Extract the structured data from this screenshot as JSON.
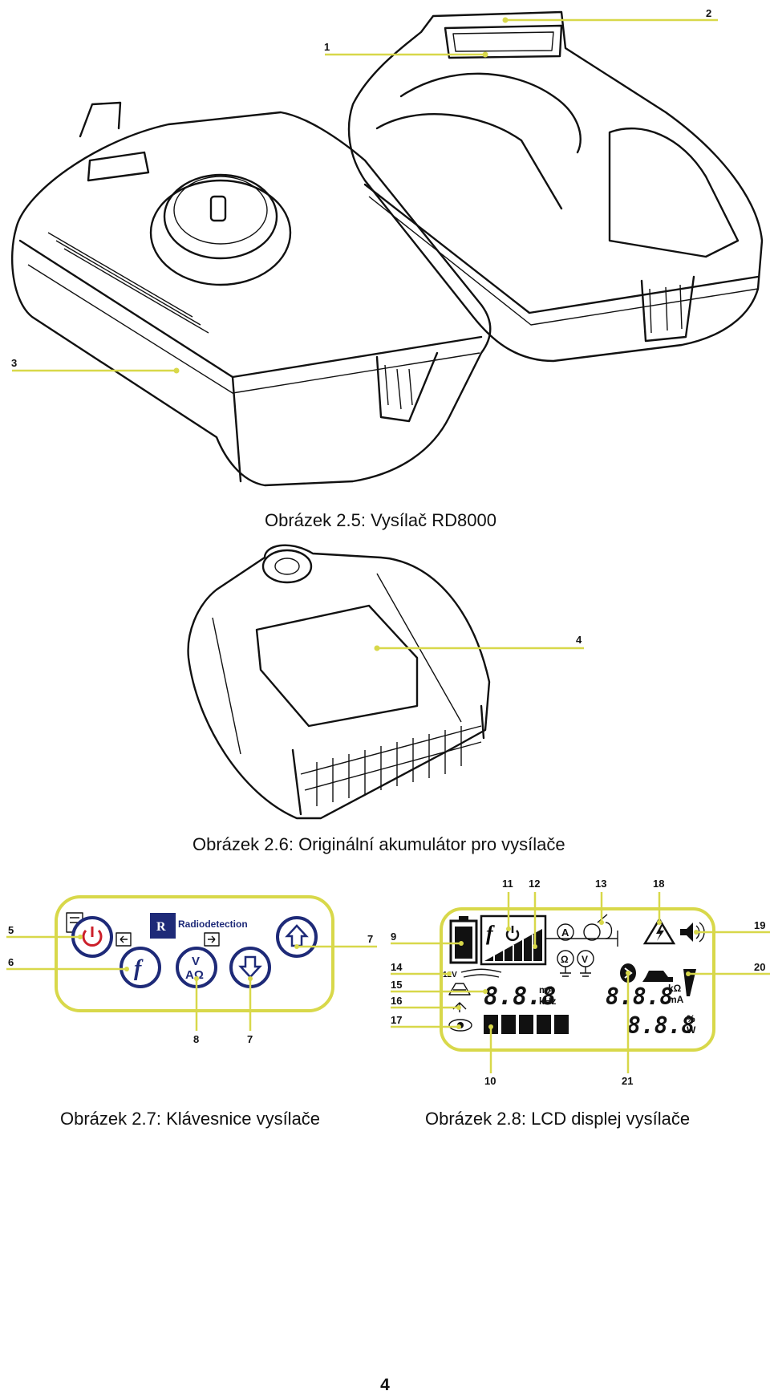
{
  "captions": {
    "fig25": "Obrázek 2.5: Vysílač RD8000",
    "fig26": "Obrázek 2.6: Originální akumulátor pro vysílače",
    "fig27": "Obrázek 2.7: Klávesnice vysílače",
    "fig28": "Obrázek 2.8: LCD displej vysílače"
  },
  "fig25_callouts": [
    "1",
    "2",
    "3"
  ],
  "fig26_callouts": [
    "4"
  ],
  "fig27_callouts": {
    "c5": "5",
    "c6": "6",
    "c7a": "7",
    "c8": "8",
    "c7b": "7"
  },
  "fig28_callouts": {
    "c9": "9",
    "c11": "11",
    "c12": "12",
    "c13": "13",
    "c18": "18",
    "c19": "19",
    "c14": "14",
    "c20": "20",
    "c15": "15",
    "c16": "16",
    "c17": "17",
    "c10": "10",
    "c21": "21"
  },
  "keypad": {
    "brand": "Radiodetection",
    "mode_key_top": "V",
    "mode_key_bottom": "AΩ",
    "f_key": "f"
  },
  "lcd": {
    "freq_readout": "8.8.8",
    "freq_units_top": "mA",
    "freq_units_bottom": "kHz",
    "right_readout_1": "8.8.8",
    "right_units_top": "kΩ",
    "right_units_bottom": "mA",
    "right_readout_2": "8.8.8",
    "right_units_3": "%",
    "right_units_4": "W",
    "volt_label": "12V",
    "meter_a": "A",
    "meter_o": "Ω",
    "meter_v": "V"
  },
  "page_number": "4"
}
